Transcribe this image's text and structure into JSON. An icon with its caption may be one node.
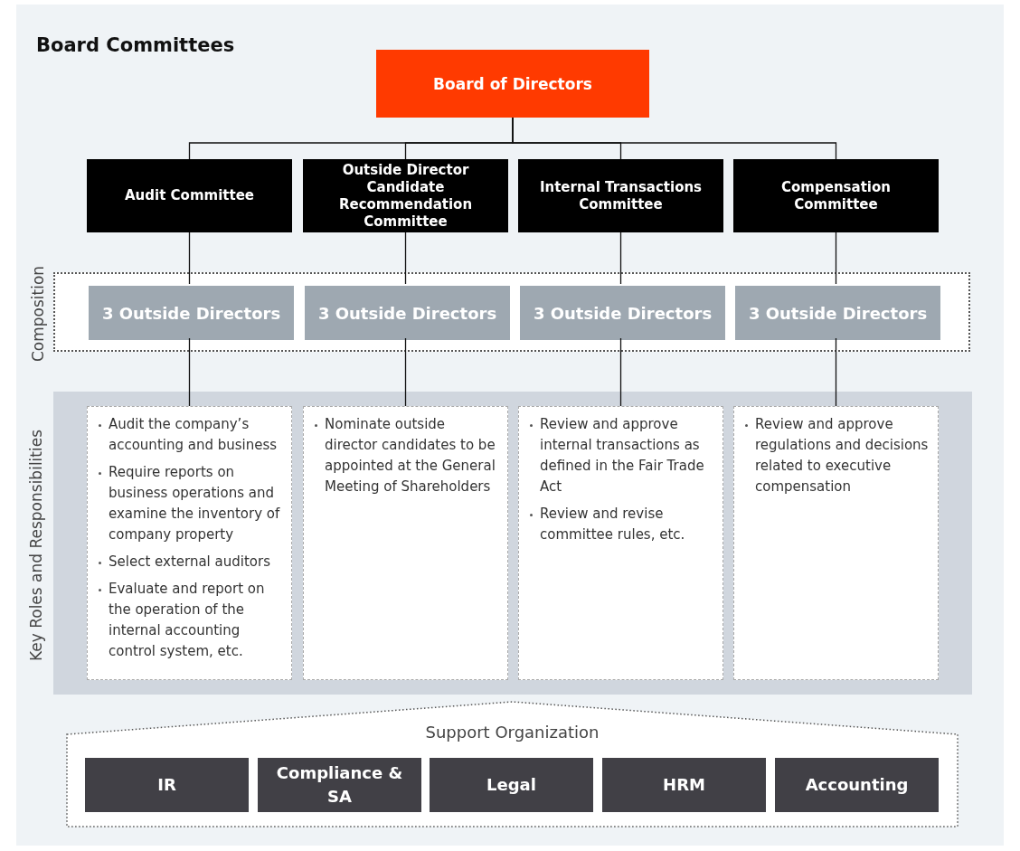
{
  "diagram": {
    "title": "Board Committees",
    "nodes": [
      {
        "text": [
          "Board of Directors"
        ]
      },
      {
        "text": [
          "Audit Committee"
        ]
      },
      {
        "text": [
          "Outside Director Candidate Recommendation Committee"
        ]
      },
      {
        "text": [
          "Internal Transactions Committee"
        ]
      },
      {
        "text": [
          "Compensation Committee"
        ]
      },
      {
        "text": [
          "Composition"
        ]
      },
      {
        "text": [
          "3 Outside Directors"
        ],
        "in": 5
      },
      {
        "text": [
          "3 Outside Directors"
        ],
        "in": 5
      },
      {
        "text": [
          "3 Outside Directors"
        ],
        "in": 5
      },
      {
        "text": [
          "3 Outside Directors"
        ],
        "in": 5
      },
      {
        "text": [
          "Key Roles and Responsibilities"
        ]
      },
      {
        "text": [
          "Audit the company’s accounting and business",
          "Require reports on business operations and examine the inventory of company property",
          "Select external auditors",
          "Evaluate and report on the operation of the internal accounting control system, etc."
        ],
        "in": 10
      },
      {
        "text": [
          "Nominate outside director candidates to be appointed at the General Meeting of Shareholders"
        ],
        "in": 10
      },
      {
        "text": [
          "Review and approve internal transactions as defined in the Fair Trade Act",
          "Review and revise committee rules, etc."
        ],
        "in": 10
      },
      {
        "text": [
          "Review and approve regulations and decisions related to executive compensation"
        ],
        "in": 10
      },
      {
        "text": [
          "Support Organization"
        ]
      },
      {
        "text": [
          "IR"
        ],
        "in": 15
      },
      {
        "text": [
          "Compliance & SA"
        ],
        "in": 15
      },
      {
        "text": [
          "Legal"
        ],
        "in": 15
      },
      {
        "text": [
          "HRM"
        ],
        "in": 15
      },
      {
        "text": [
          "Accounting"
        ],
        "in": 15
      }
    ],
    "edges": [
      {
        "from": 0,
        "to": 1,
        "arrow": "none"
      },
      {
        "from": 0,
        "to": 2,
        "arrow": "none"
      },
      {
        "from": 0,
        "to": 3,
        "arrow": "none"
      },
      {
        "from": 0,
        "to": 4,
        "arrow": "none"
      },
      {
        "from": 1,
        "to": 6,
        "arrow": "none"
      },
      {
        "from": 2,
        "to": 7,
        "arrow": "none"
      },
      {
        "from": 3,
        "to": 8,
        "arrow": "none"
      },
      {
        "from": 4,
        "to": 9,
        "arrow": "none"
      },
      {
        "from": 6,
        "to": 11,
        "arrow": "none"
      },
      {
        "from": 7,
        "to": 12,
        "arrow": "none"
      },
      {
        "from": 8,
        "to": 13,
        "arrow": "none"
      },
      {
        "from": 9,
        "to": 14,
        "arrow": "none"
      }
    ]
  }
}
